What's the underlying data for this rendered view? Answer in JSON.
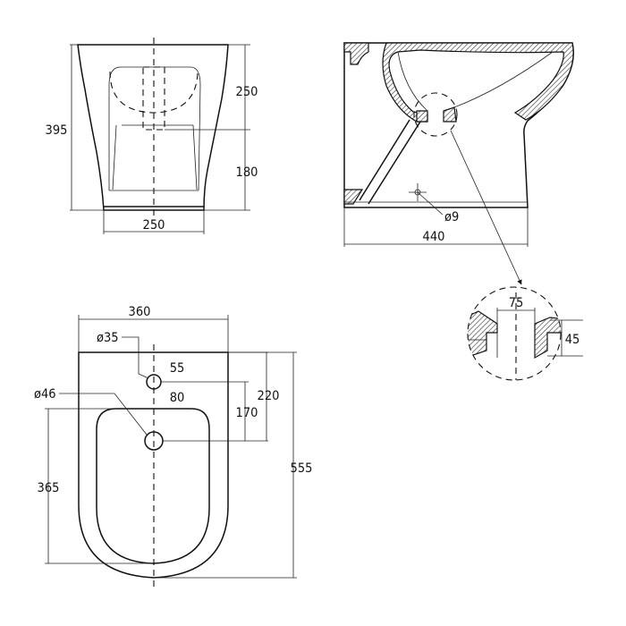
{
  "front_view": {
    "dims": {
      "total_height": "395",
      "upper_height": "250",
      "lower_height": "180",
      "base_width": "250"
    }
  },
  "side_view": {
    "dims": {
      "depth": "440",
      "hole": "ø9"
    }
  },
  "detail_view": {
    "dims": {
      "outlet_width": "75",
      "outlet_height": "45"
    }
  },
  "top_view": {
    "dims": {
      "width": "360",
      "tap_hole": "ø35",
      "tap_offset": "55",
      "drain_hole": "ø46",
      "drain_offset": "80",
      "tap_to_drain": "170",
      "rim_to_drain": "220",
      "bowl_length": "365",
      "total_length": "555"
    }
  },
  "colors": {
    "line": "#111111",
    "hatch": "#333333",
    "background": "#ffffff"
  }
}
